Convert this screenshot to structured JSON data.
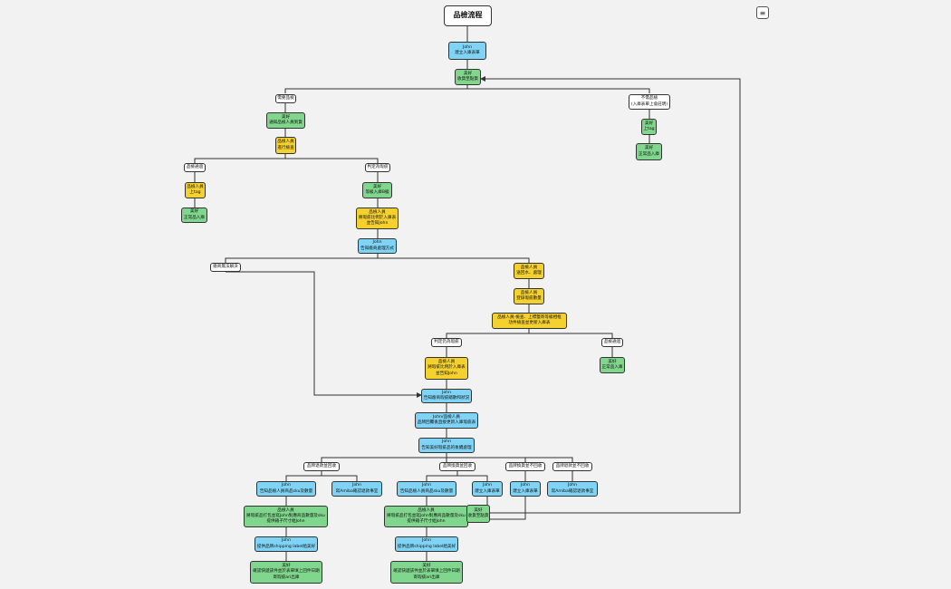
{
  "toolbar": {
    "menu_icon": "≡",
    "menu_icon_name": "menu-icon"
  },
  "colors": {
    "blue": "#7fd3f5",
    "green": "#7fd68c",
    "yellow": "#f5d130",
    "white": "#ffffff"
  },
  "nodes": {
    "title": [
      "品檢流程"
    ],
    "n1": [
      "John",
      "建立入庫表單"
    ],
    "n2": [
      "美好",
      "收貨至點貨"
    ],
    "lbl_sample": [
      "需要品檢"
    ],
    "lbl_nosample": [
      "不需品檢",
      "(入庫表單上會註明)"
    ],
    "n3": [
      "美好",
      "通知品檢人員到貨"
    ],
    "n3r": [
      "美好",
      "上tag"
    ],
    "n4": [
      "品檢人員",
      "進行檢查"
    ],
    "n4r": [
      "美好",
      "正常品入庫"
    ],
    "lbl_pass": [
      "品檢通過"
    ],
    "lbl_fail": [
      "判定為瑕疵"
    ],
    "n5l": [
      "品檢人員",
      "上tag"
    ],
    "n5r": [
      "美好",
      "等級入庫B級"
    ],
    "n6l": [
      "美好",
      "正常品入庫"
    ],
    "n6r": [
      "品檢人員",
      "將瑕疵比例於入庫表",
      "並告知John"
    ],
    "n7": [
      "John",
      "告知廠商處理方式"
    ],
    "lbl_resolve": [
      "廠商無法解決"
    ],
    "n8": [
      "品檢人員",
      "送回水、處理"
    ],
    "n9": [
      "品檢人員",
      "登錄瑕疵數量"
    ],
    "n10": [
      "品檢人員-檢查、上標籤寄等級相框",
      "功件檢查並更新入庫表"
    ],
    "lbl_fail2": [
      "判定仍為瑕疵"
    ],
    "lbl_pass2": [
      "品檢通過"
    ],
    "n11l": [
      "品檢人員",
      "將瑕疵比例於入庫表",
      "並告知John"
    ],
    "n11r": [
      "美好",
      "正常品入庫"
    ],
    "n12": [
      "John",
      "告知廠商瑕疵總數和狀況"
    ],
    "n13": [
      "John/品檢人員",
      "品牌回覆後直接更新入庫瑕疵表"
    ],
    "n14": [
      "John",
      "告知美好瑕疵品的後續處理"
    ],
    "lbl_b1": [
      "品牌退款並回收"
    ],
    "lbl_b2": [
      "品牌換貨並回收"
    ],
    "lbl_b3": [
      "品牌換貨並不回收"
    ],
    "lbl_b4": [
      "品牌退款並不回收"
    ],
    "n15a": [
      "John",
      "告知品檢人員商品sku及數量"
    ],
    "n15b": [
      "John",
      "寫Amiba確認退款事宜"
    ],
    "n15c": [
      "John",
      "告知品檢人員商品sku及數量"
    ],
    "n15d": [
      "John",
      "建立入庫表單"
    ],
    "n15e": [
      "John",
      "建立入庫表單"
    ],
    "n15f": [
      "John",
      "寫Amiba確認退款事宜"
    ],
    "n16a": [
      "品檢人員",
      "將瑕疵品打包並寫John對應商品數量及sku",
      "提供箱子尺寸給John"
    ],
    "n16c": [
      "品檢人員",
      "將瑕疵品打包並寫John對應商品數量及sku",
      "提供箱子尺寸給John"
    ],
    "n16m": [
      "美好",
      "收貨至點貨"
    ],
    "n17a": [
      "John",
      "提供品牌shipping label給美好"
    ],
    "n17c": [
      "John",
      "提供品牌shipping label給美好"
    ],
    "n18a": [
      "美好",
      "確認快遞該件並於表單填上回件日期",
      "寄瑕疵ari出庫"
    ],
    "n18c": [
      "美好",
      "確認快遞該件並於表單填上回件日期",
      "寄瑕疵ari出庫"
    ]
  }
}
